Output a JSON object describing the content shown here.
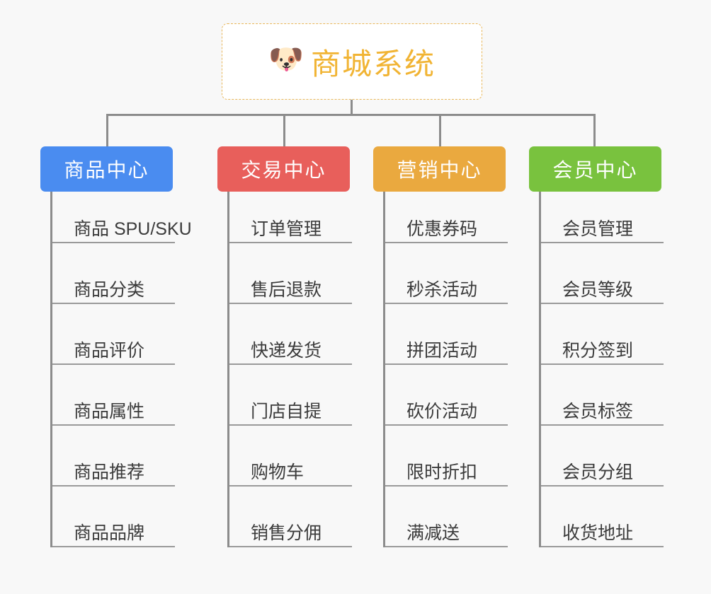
{
  "background_color": "#f8f8f8",
  "root": {
    "icon": "shiba-dog-face-emoji",
    "emoji": "🐶",
    "title": "商城系统",
    "text_color": "#f1b434",
    "border_color": "#e8b658",
    "background": "#ffffff"
  },
  "connector_color": "#8c8c8c",
  "columns": [
    {
      "header": "商品中心",
      "color": "#4a8cf0",
      "items": [
        "商品 SPU/SKU",
        "商品分类",
        "商品评价",
        "商品属性",
        "商品推荐",
        "商品品牌"
      ]
    },
    {
      "header": "交易中心",
      "color": "#e85f5b",
      "items": [
        "订单管理",
        "售后退款",
        "快递发货",
        "门店自提",
        "购物车",
        "销售分佣"
      ]
    },
    {
      "header": "营销中心",
      "color": "#eaa93f",
      "items": [
        "优惠券码",
        "秒杀活动",
        "拼团活动",
        "砍价活动",
        "限时折扣",
        "满减送"
      ]
    },
    {
      "header": "会员中心",
      "color": "#79c23e",
      "items": [
        "会员管理",
        "会员等级",
        "积分签到",
        "会员标签",
        "会员分组",
        "收货地址"
      ]
    }
  ]
}
